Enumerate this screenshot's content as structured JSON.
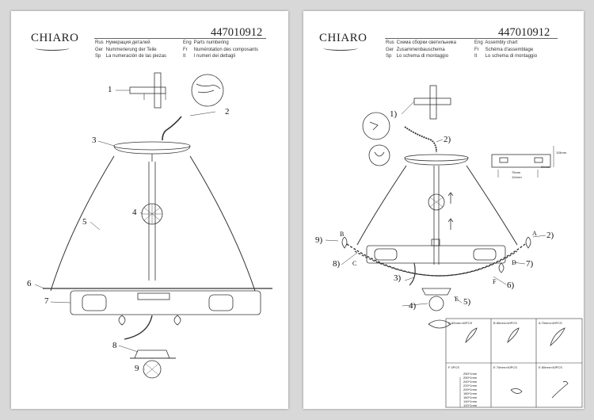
{
  "brand": "CHIARO",
  "product_code": "447010912",
  "left": {
    "header": [
      {
        "k": "Rus",
        "v": "Нумерация деталей"
      },
      {
        "k": "Ger",
        "v": "Nummerierung der Teile"
      },
      {
        "k": "Sp",
        "v": "La numeración de las piezas"
      },
      {
        "k": "Eng",
        "v": "Parts numbering"
      },
      {
        "k": "Fr",
        "v": "Numérotation des composants"
      },
      {
        "k": "It",
        "v": "I numeri dei dettagli"
      }
    ],
    "callouts": [
      "1",
      "2",
      "3",
      "4",
      "5",
      "6",
      "7",
      "8",
      "9"
    ]
  },
  "right": {
    "header": [
      {
        "k": "Rus",
        "v": "Схема сборки светильника"
      },
      {
        "k": "Ger",
        "v": "Zusammenbauschema"
      },
      {
        "k": "Sp",
        "v": "Lo schema di montaggio"
      },
      {
        "k": "Eng",
        "v": "Assembly chart"
      },
      {
        "k": "Fr",
        "v": "Schéma d'assemblage"
      },
      {
        "k": "It",
        "v": "Lo schema di montaggio"
      }
    ],
    "callouts": [
      "1)",
      "2)",
      "3)",
      "4)",
      "5)",
      "6)",
      "7)",
      "8)",
      "9)",
      "2)"
    ],
    "letters": [
      "A",
      "B",
      "C",
      "D",
      "E",
      "F"
    ],
    "dims": [
      "115mm",
      "75mm",
      "111mm",
      "20mm"
    ],
    "parts": [
      {
        "label": "C 80mm×40PCS"
      },
      {
        "label": "B 80mm×40PCS"
      },
      {
        "label": "A 70mm×40PCS"
      },
      {
        "label": "F 4PCS"
      },
      {
        "label": "E 70mm×40PCS"
      },
      {
        "label": "E 80mm×40PCS"
      }
    ],
    "chain_lengths": [
      "250*1mm",
      "250*1mm",
      "240*1mm",
      "220*1mm",
      "200*1mm",
      "180*1mm",
      "160*1mm",
      "140*1mm",
      "120*1mm"
    ]
  }
}
